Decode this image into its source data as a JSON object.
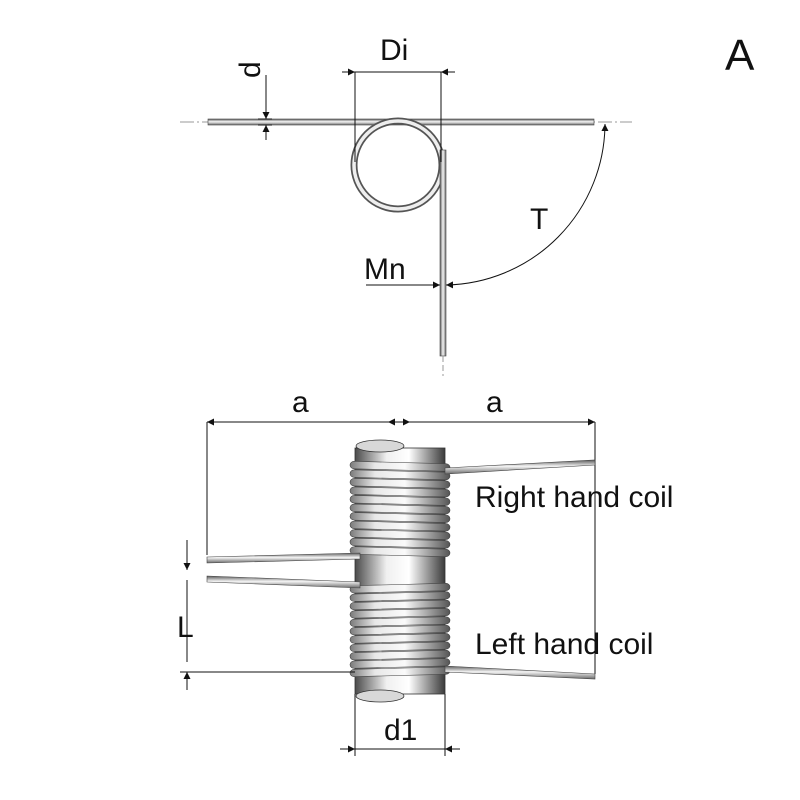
{
  "figure": {
    "view_label": "A",
    "top_view": {
      "wire_diameter_label": "d",
      "inner_diameter_label": "Di",
      "torque_label": "T",
      "moment_label": "Mn"
    },
    "side_view": {
      "leg_length_left_label": "a",
      "leg_length_right_label": "a",
      "right_coil_label": "Right hand coil",
      "left_coil_label": "Left hand coil",
      "length_label": "L",
      "mandrel_diameter_label": "d1"
    }
  },
  "colors": {
    "line": "#1a1a1a",
    "wire_dark": "#6e6e6e",
    "wire_light": "#f4f4f4",
    "background": "#ffffff"
  }
}
